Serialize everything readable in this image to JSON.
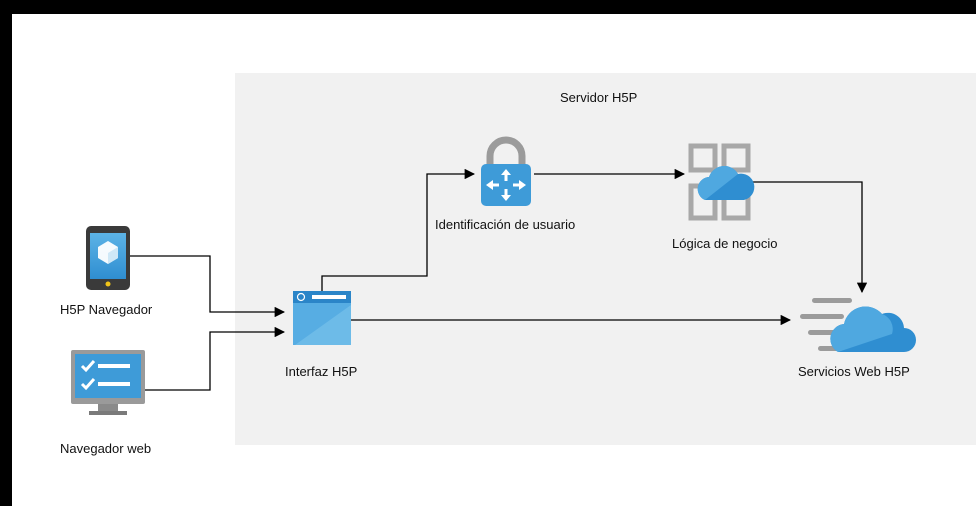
{
  "zone": {
    "label": "Servidor H5P"
  },
  "nodes": {
    "mobile": {
      "label": "H5P Navegador",
      "icon": "mobile-phone-icon"
    },
    "browser": {
      "label": "Navegador web",
      "icon": "monitor-checklist-icon"
    },
    "interface": {
      "label": "Interfaz H5P",
      "icon": "app-window-icon"
    },
    "auth": {
      "label": "Identificación de usuario",
      "icon": "lock-router-icon"
    },
    "logic": {
      "label": "Lógica de negocio",
      "icon": "cloud-grid-icon"
    },
    "services": {
      "label": "Servicios Web H5P",
      "icon": "fast-cloud-icon"
    }
  },
  "colors": {
    "frame": "#000000",
    "zone": "#f1f1f1",
    "icon_blue": "#3e9bd8",
    "icon_light_blue": "#7fc6ec",
    "icon_gray": "#9b9b9b",
    "edge": "#000000"
  }
}
